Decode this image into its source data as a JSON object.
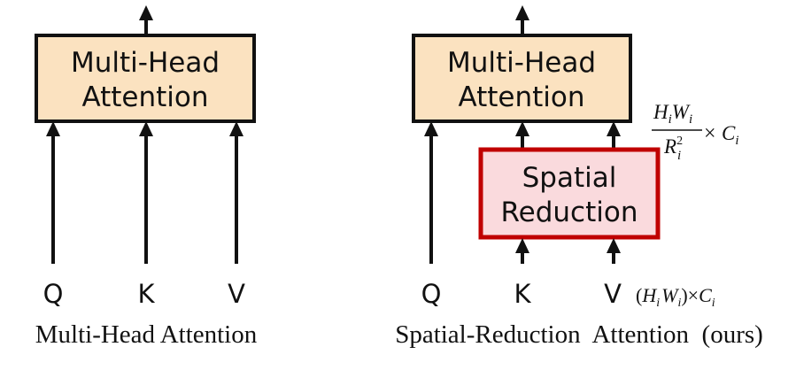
{
  "left": {
    "box_line1": "Multi-Head",
    "box_line2": "Attention",
    "q": "Q",
    "k": "K",
    "v": "V",
    "caption": "Multi-Head Attention"
  },
  "right": {
    "box_line1": "Multi-Head",
    "box_line2": "Attention",
    "sr_line1": "Spatial",
    "sr_line2": "Reduction",
    "q": "Q",
    "k": "K",
    "v": "V",
    "caption": "Spatial-Reduction  Attention  (ours)",
    "reduced_dim": {
      "H": "H",
      "W": "W",
      "R": "R",
      "C": "C",
      "sub": "i",
      "sup": "2",
      "times": "×"
    },
    "input_dim": {
      "open": "(",
      "H": "H",
      "W": "W",
      "close": ")",
      "times": "×",
      "C": "C",
      "sub": "i"
    }
  },
  "colors": {
    "mha_fill": "#fbe2c0",
    "sr_fill": "#fadadd",
    "sr_border": "#c00000",
    "line": "#111111"
  }
}
